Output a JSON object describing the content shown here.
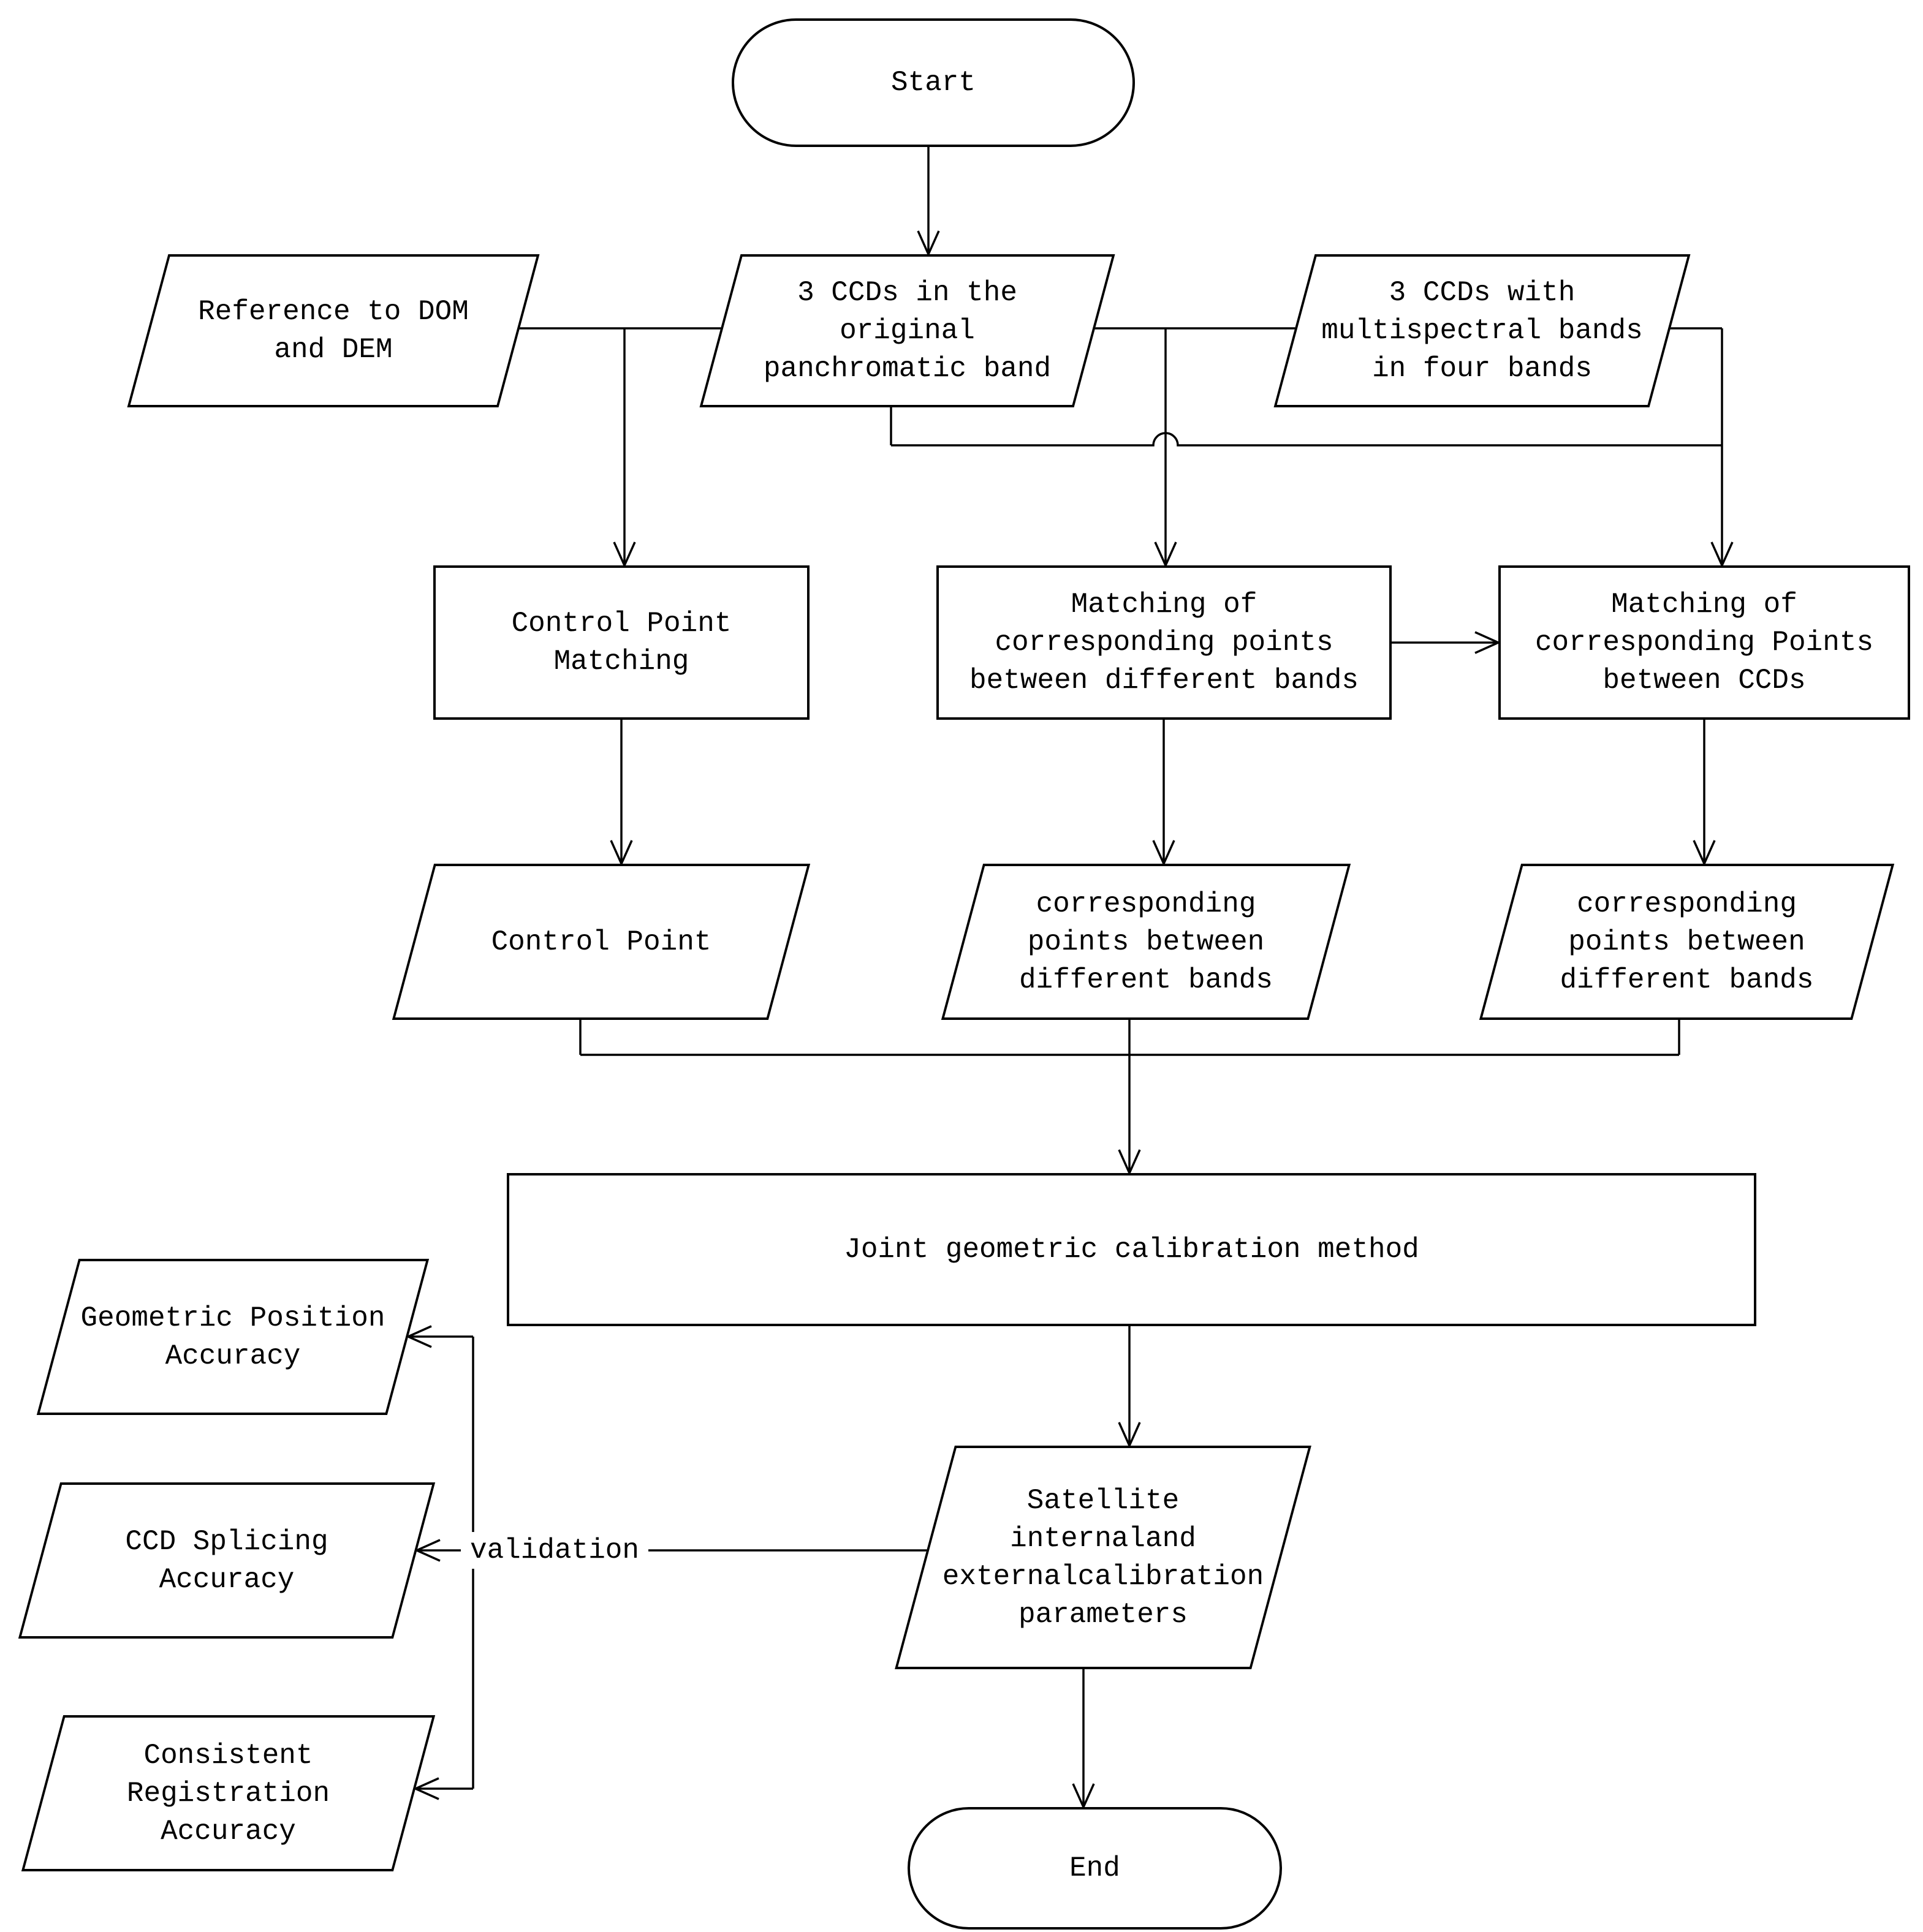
{
  "colors": {
    "background": "#ffffff",
    "stroke": "#000000"
  },
  "nodes": {
    "start": "Start",
    "reference_dom_dem": "Reference to DOM\nand DEM",
    "ccds_panchromatic": "3 CCDs in the\noriginal\npanchromatic band",
    "ccds_multispectral": "3 CCDs with\nmultispectral bands\nin four bands",
    "control_point_matching": "Control Point\nMatching",
    "matching_between_bands": "Matching of\ncorresponding points\nbetween different bands",
    "matching_between_ccds": "Matching of\ncorresponding Points\nbetween CCDs",
    "control_point": "Control Point",
    "corresponding_points_bands": "corresponding\npoints between\ndifferent bands",
    "corresponding_points_ccds": "corresponding\npoints between\ndifferent bands",
    "joint_method": "Joint geometric calibration method",
    "geometric_position_accuracy": "Geometric Position\nAccuracy",
    "ccd_splicing_accuracy": "CCD Splicing\nAccuracy",
    "consistent_registration_accuracy": "Consistent\nRegistration\nAccuracy",
    "satellite_parameters": "Satellite\ninternaland\nexternalcalibration\nparameters",
    "end": "End"
  },
  "edge_labels": {
    "validation": "validation"
  }
}
